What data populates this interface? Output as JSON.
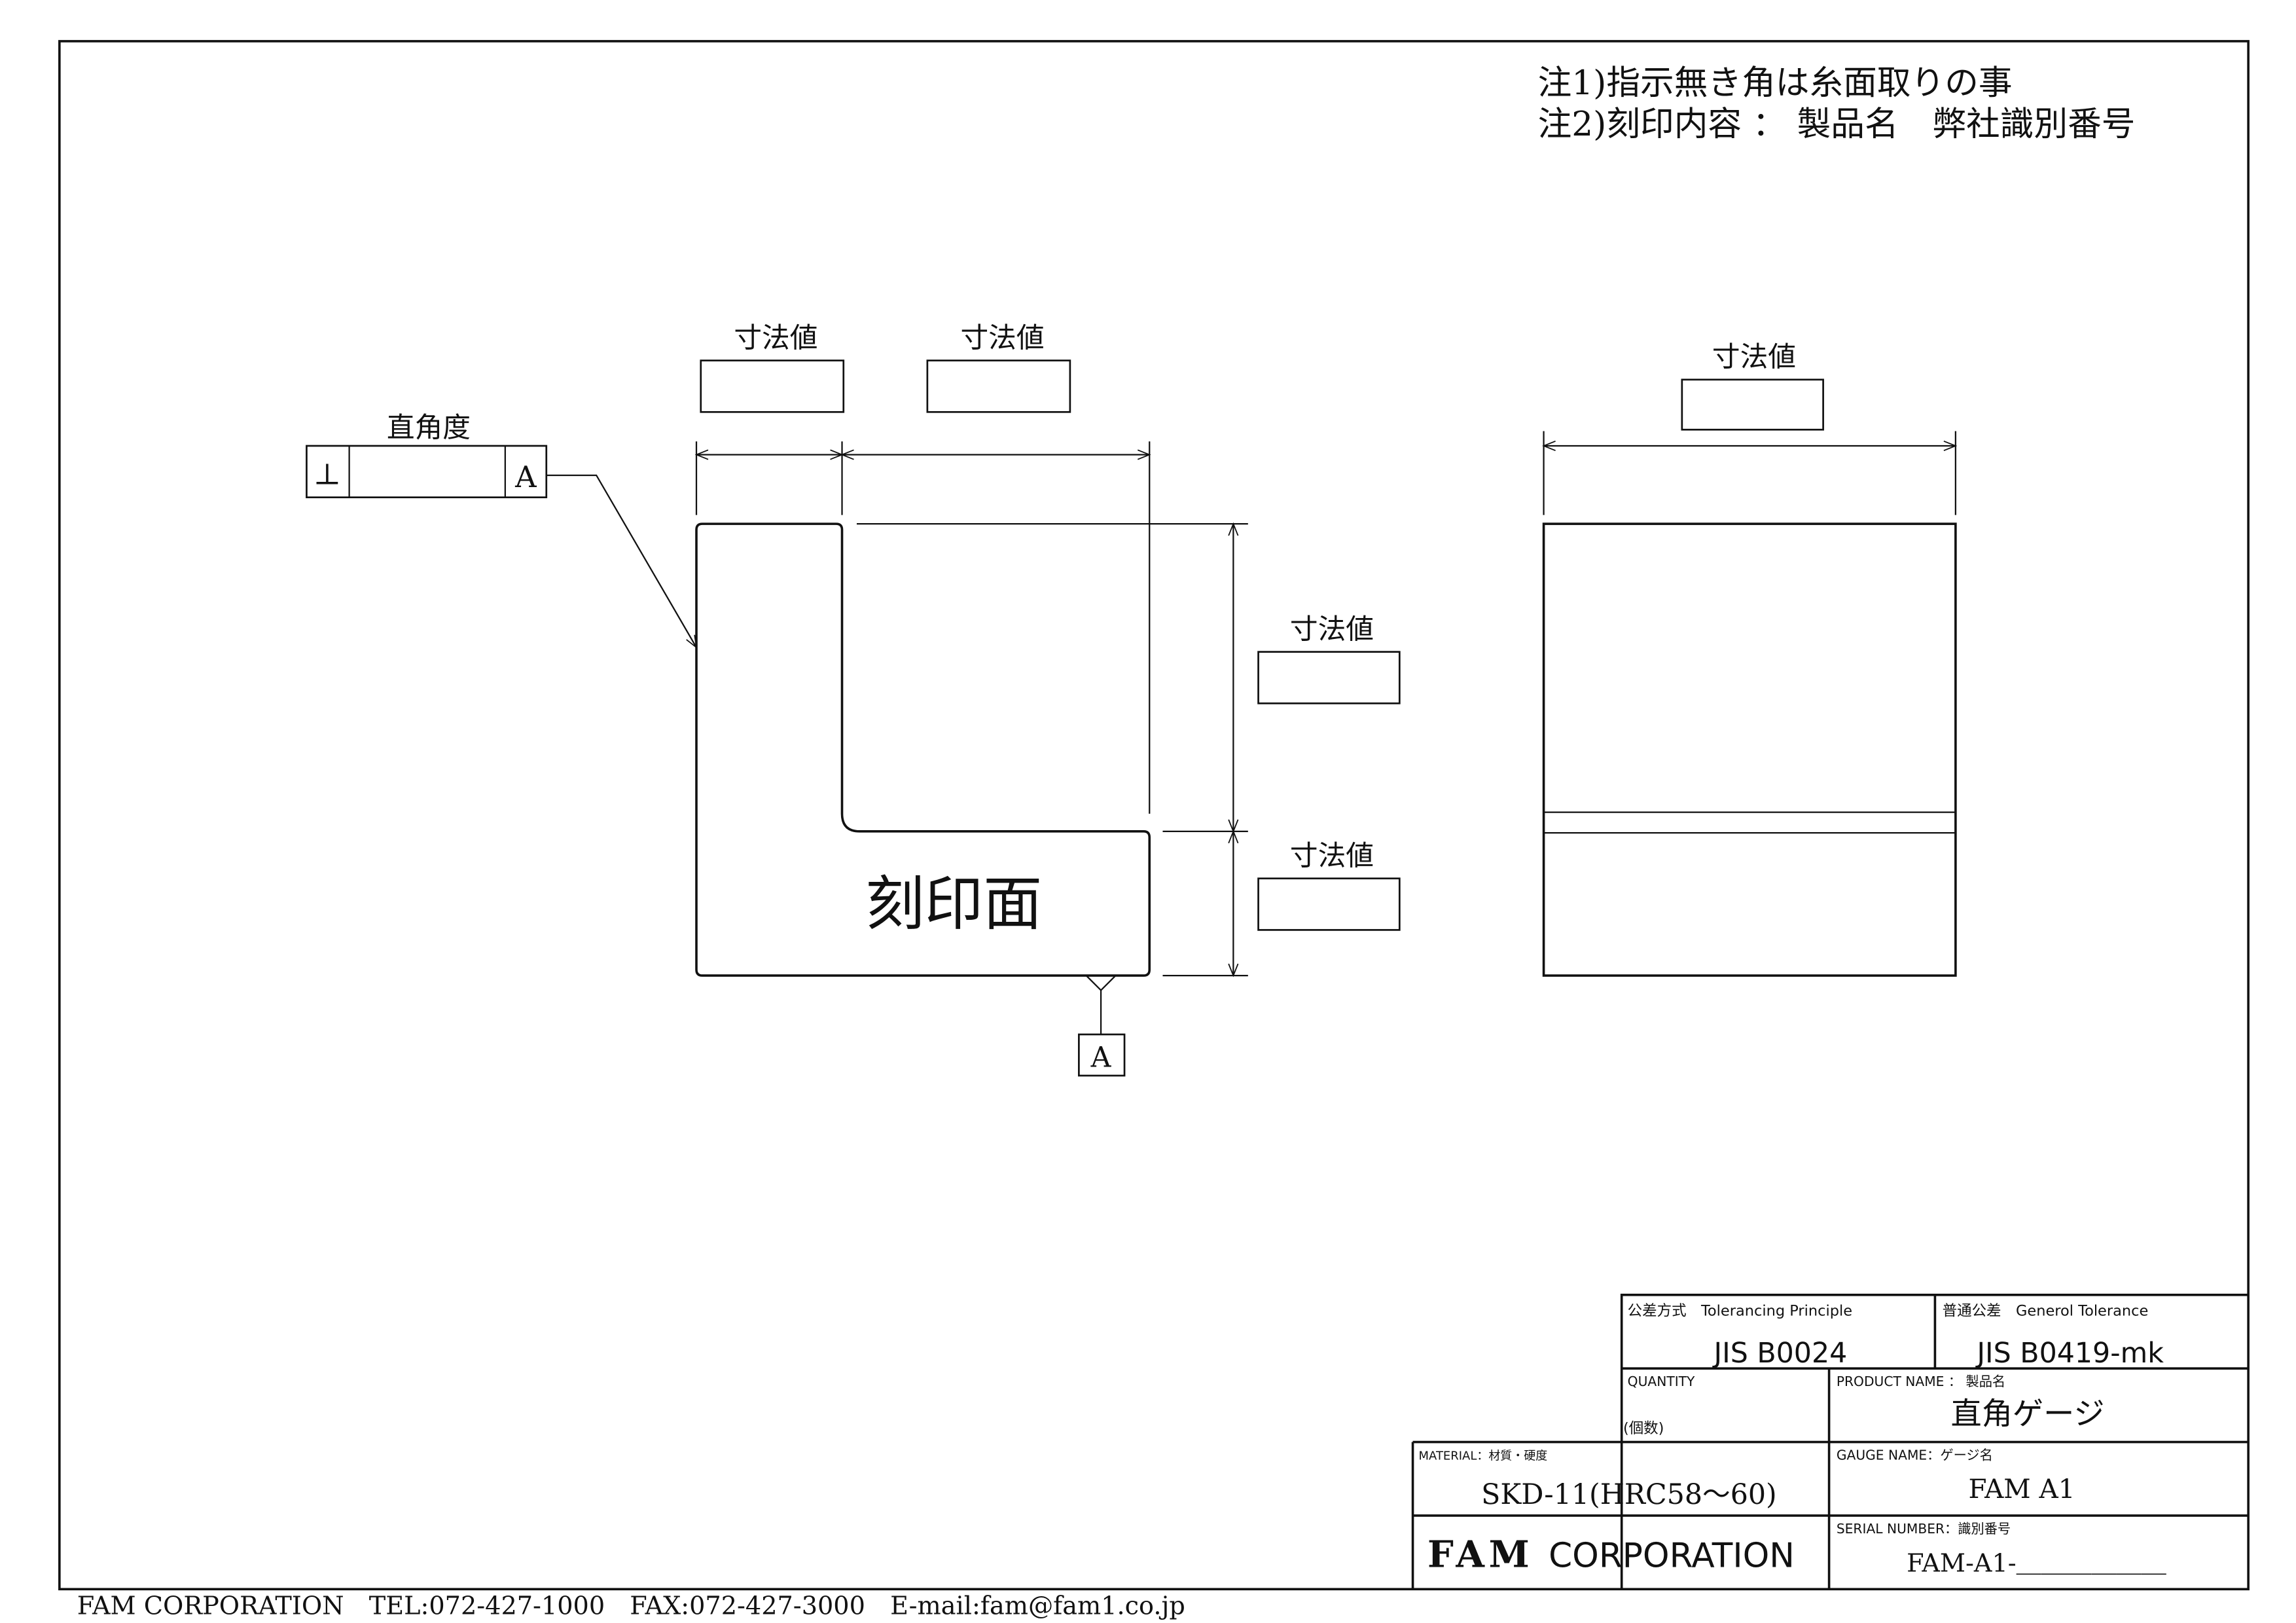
{
  "notes": [
    "注1)指示無き角は糸面取りの事",
    "注2)刻印内容 ： 製品名　弊社識別番号"
  ],
  "front_view": {
    "dimension_labels": [
      "寸法値",
      "寸法値",
      "寸法値",
      "寸法値"
    ],
    "perpendicularity_label": "直角度",
    "perpendicularity_symbol": "⊥",
    "datum_ref": "A",
    "datum_label": "A",
    "marking_face": "刻印面"
  },
  "side_view": {
    "dimension_label": "寸法値"
  },
  "title_block": {
    "tolerancing_label": "公差方式　Tolerancing Principle",
    "tolerancing_value": "JIS B0024",
    "general_tol_label": "普通公差　Generol Tolerance",
    "general_tol_value": "JIS B0419-mk",
    "quantity_label": "QUANTITY",
    "quantity_sub": "(個数)",
    "product_label": "PRODUCT NAME ： 製品名",
    "product_value": "直角ゲージ",
    "material_label": "MATERIAL：材質・硬度",
    "material_value": "SKD-11(HRC58～60)",
    "gauge_label": "GAUGE NAME：ゲージ名",
    "gauge_value": "FAM A1",
    "company_bold": "FAM",
    "company_rest": "CORPORATION",
    "serial_label": "SERIAL NUMBER：識別番号",
    "serial_value": "FAM-A1-＿＿＿＿＿＿"
  },
  "footer": "FAM CORPORATION　TEL:072-427-1000　FAX:072-427-3000　E-mail:fam@fam1.co.jp"
}
